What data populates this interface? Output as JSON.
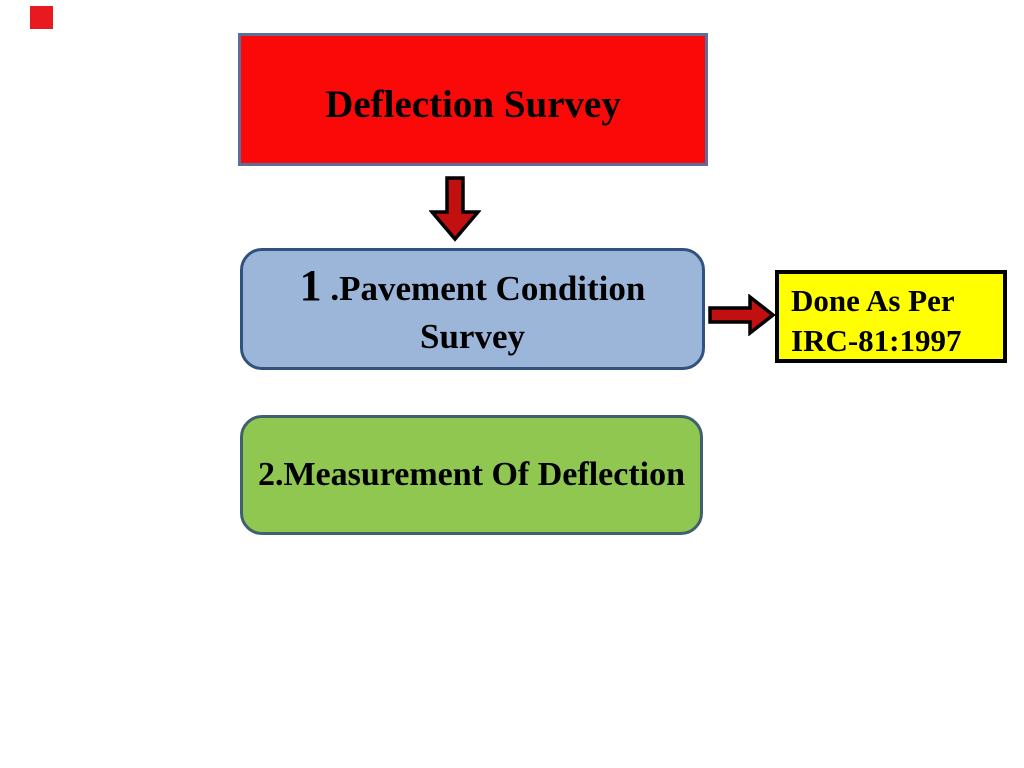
{
  "slide": {
    "background_color": "#ffffff",
    "corner_marker": {
      "icon": "red-square-marker",
      "color": "#e8191f"
    },
    "title_box": {
      "label": "Deflection Survey",
      "fill": "#fb0808",
      "border_color": "#5b6e9e",
      "text_color": "#000000"
    },
    "step1_box": {
      "number": "1",
      "rest_line1": " .Pavement Condition",
      "line2": "Survey",
      "fill": "#9cb6d9",
      "border_color": "#30527d",
      "text_color": "#000000"
    },
    "step2_box": {
      "label": "2.Measurement Of Deflection",
      "fill": "#8fc750",
      "border_color": "#41606f",
      "text_color": "#000000"
    },
    "irc_box": {
      "line1": "Done As Per",
      "line2": "IRC-81:1997",
      "fill": "#ffff00",
      "border_color": "#000000",
      "text_color": "#000000"
    },
    "arrows": {
      "down_icon": "down-arrow",
      "right_icon": "right-arrow",
      "fill": "#c21010",
      "outline": "#000000"
    }
  }
}
